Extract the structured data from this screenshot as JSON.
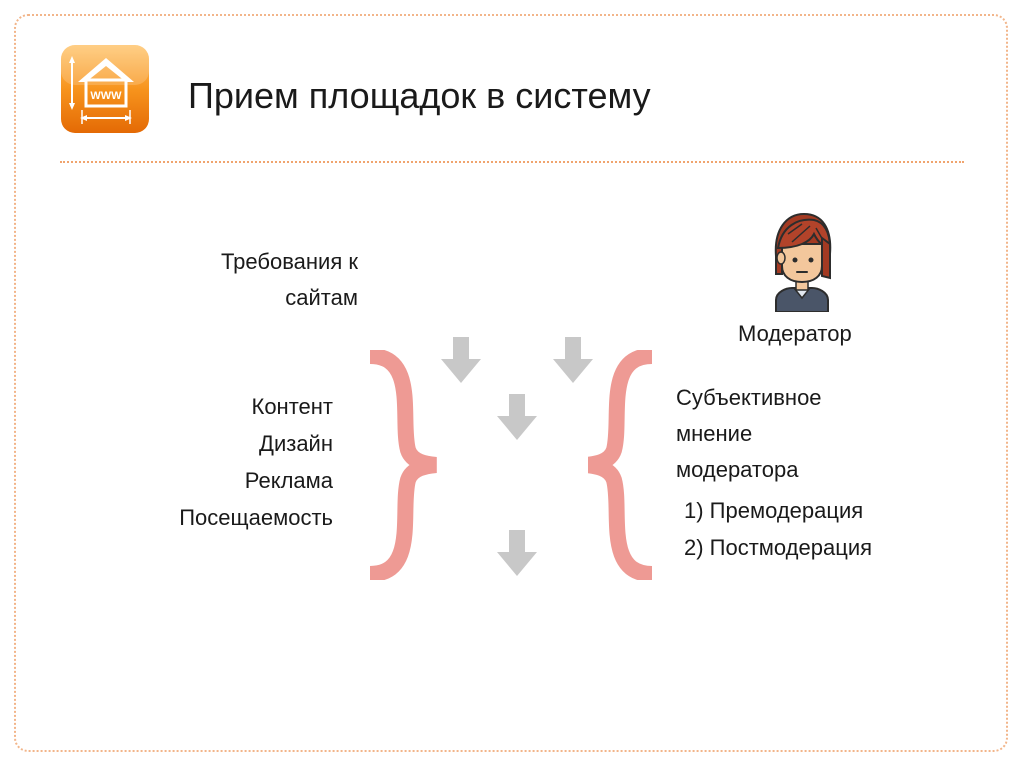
{
  "title": "Прием площадок в систему",
  "logo": {
    "icon": "www-house-icon",
    "text": "WWW",
    "color_top": "#ffb347",
    "color_bottom": "#e8730a"
  },
  "requirements": {
    "lines": [
      "Требования к",
      "сайтам"
    ]
  },
  "criteria": [
    "Контент",
    "Дизайн",
    "Реклама",
    "Посещаемость"
  ],
  "moderator": {
    "icon": "moderator-avatar-icon",
    "label": "Модератор"
  },
  "opinion": {
    "lines": [
      "Субъективное",
      "мнение",
      "модератора"
    ]
  },
  "modes": [
    "1) Премодерация",
    "2) Постмодерация"
  ],
  "colors": {
    "brace": "#ee9a94",
    "arrow": "#c8c8c8",
    "border": "#f2b58a"
  }
}
